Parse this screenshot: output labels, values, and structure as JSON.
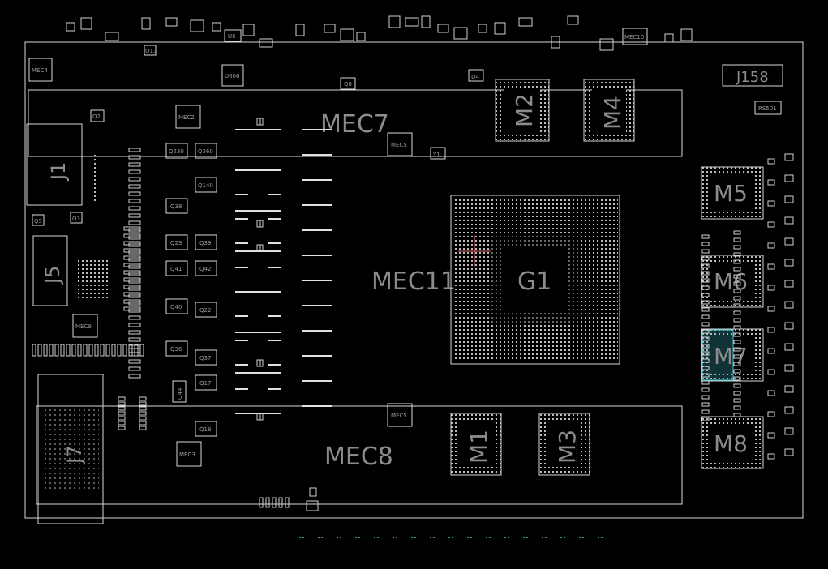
{
  "colors": {
    "background": "#000000",
    "outline": "#d8d8d8",
    "pad": "#cfcfcf",
    "label": "#8c8c8c",
    "highlight": "#44c6d6",
    "accent": "#e06a6a"
  },
  "regions": {
    "mec7": "MEC7",
    "mec8": "MEC8",
    "mec11": "MEC11"
  },
  "chips": {
    "g1": "G1",
    "m1": "M1",
    "m2": "M2",
    "m3": "M3",
    "m4": "M4",
    "m5": "M5",
    "m6": "M6",
    "m7": "M7",
    "m8": "M8"
  },
  "connectors": {
    "j1": "J1",
    "j5": "J5",
    "j7": "J7",
    "j15": "J158"
  },
  "small_labels": {
    "u6": "U6",
    "mec4": "MEC4",
    "mec10": "MEC10",
    "mec2": "MEC2",
    "mec5a": "MEC5",
    "mec5b": "MEC5",
    "mec9": "MEC9",
    "mec3": "MEC3",
    "q230": "Q230",
    "q360": "Q360",
    "q140": "Q140",
    "q38": "Q38",
    "q23": "Q23",
    "q39": "Q39",
    "q41": "Q41",
    "q42": "Q42",
    "q40": "Q40",
    "q22": "Q22",
    "q36": "Q36",
    "q37": "Q37",
    "q17": "Q17",
    "q44": "Q44",
    "q18": "Q18",
    "q2": "Q2",
    "q5": "Q5",
    "q3": "Q3",
    "q8": "Q8",
    "d4": "D4",
    "y1": "Y1",
    "rs501": "RS501",
    "u606": "U606",
    "q13": "Q13"
  }
}
